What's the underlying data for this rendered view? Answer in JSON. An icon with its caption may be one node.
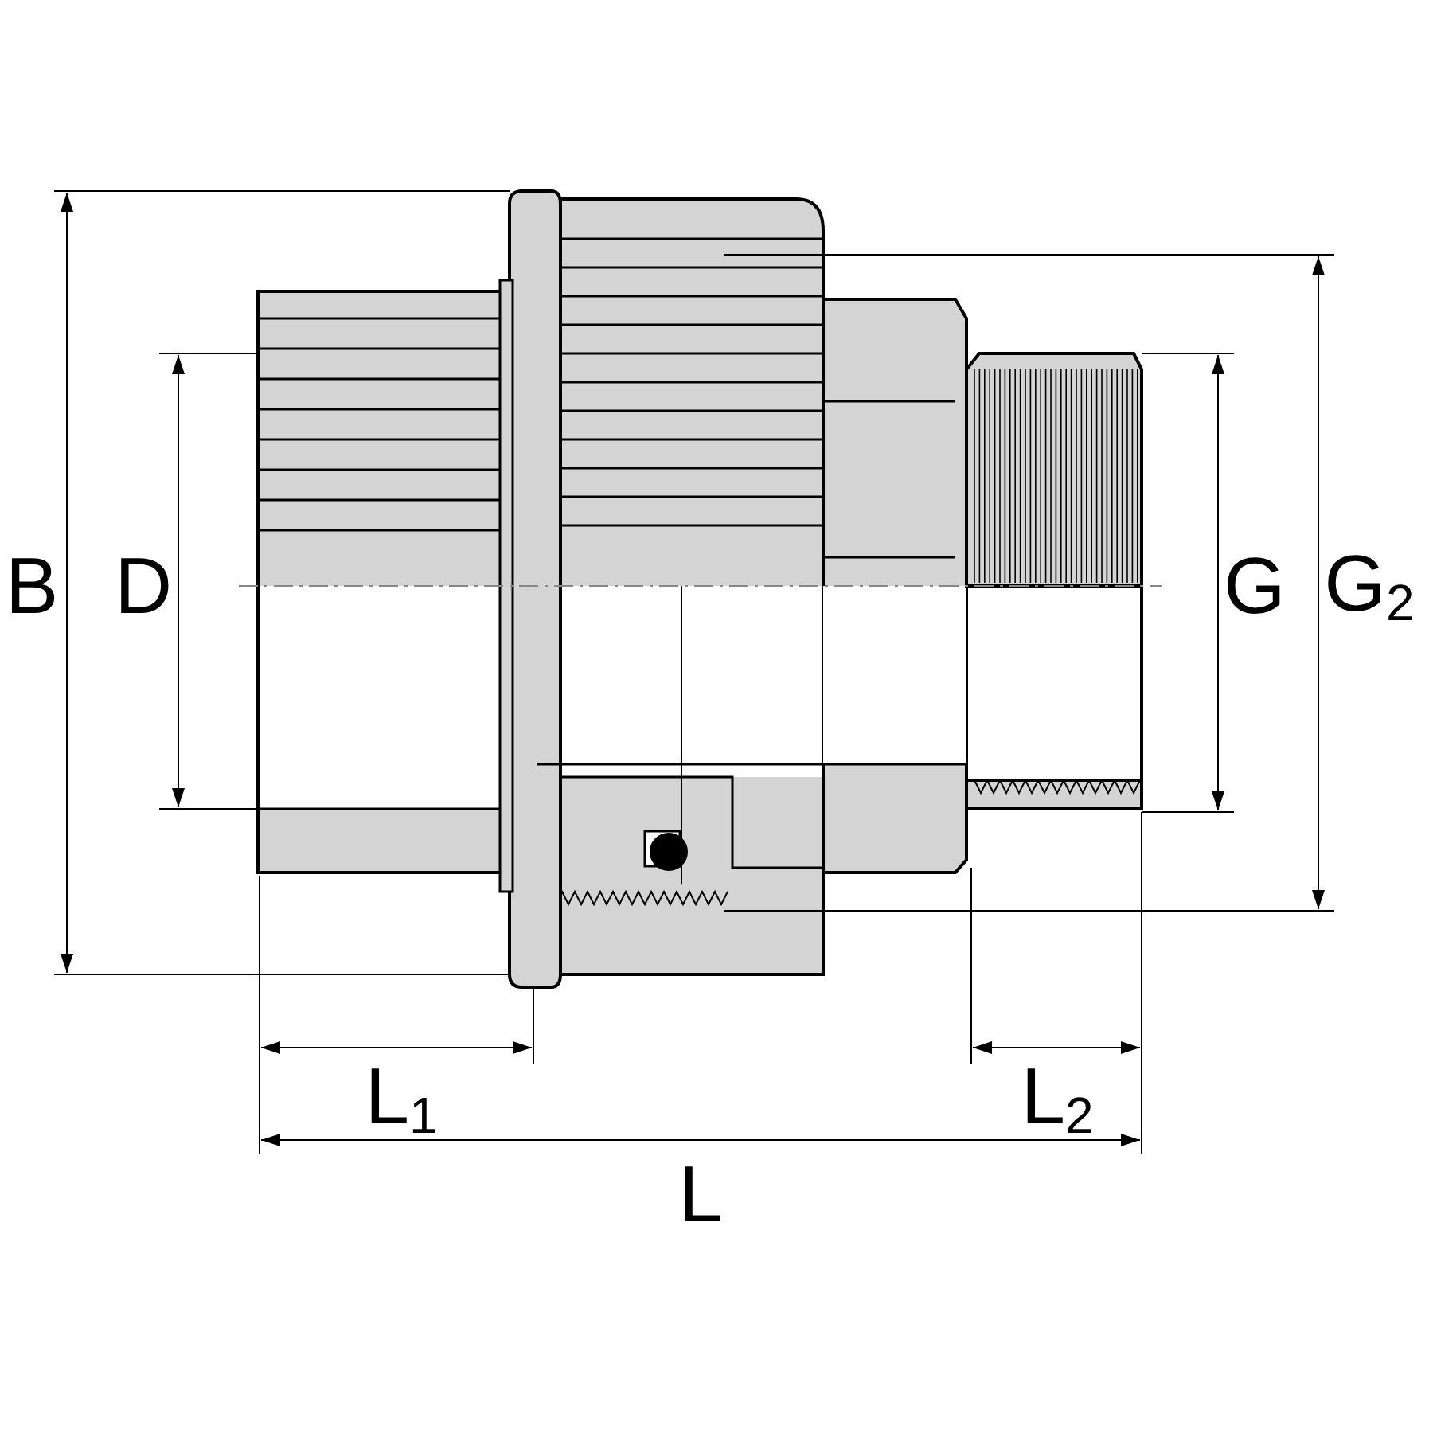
{
  "diagram": {
    "labels": [
      "B",
      "D",
      "G",
      "G$_{2}$",
      "L$_{1}$",
      "L$_{2}$",
      "L"
    ]
  }
}
